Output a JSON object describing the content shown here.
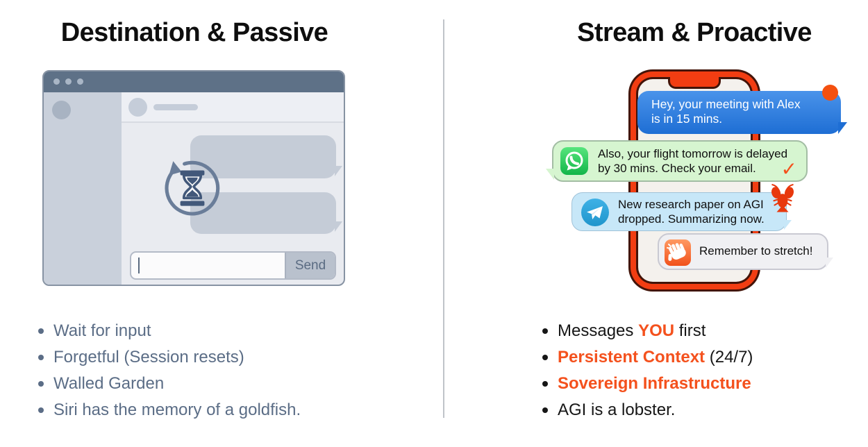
{
  "left": {
    "title": "Destination & Passive",
    "chat_window": {
      "send_button": "Send",
      "cursor": "|"
    },
    "bullets": [
      "Wait for input",
      "Forgetful (Session resets)",
      "Walled Garden",
      "Siri has the memory of a goldfish."
    ]
  },
  "right": {
    "title": "Stream & Proactive",
    "messages": {
      "imessage": {
        "line1": "Hey, your meeting with Alex",
        "line2": "is in 15 mins."
      },
      "whatsapp": {
        "line1": "Also, your flight tomorrow is delayed",
        "line2": "by 30 mins. Check your email."
      },
      "telegram": {
        "line1": "New research paper on AGI",
        "line2": "dropped. Summarizing now."
      },
      "reminder": {
        "line1": "Remember to stretch!"
      }
    },
    "checkmark": "✓",
    "bullets": [
      {
        "pre": "Messages ",
        "accent": "YOU",
        "post": " first"
      },
      {
        "pre": "",
        "accent": "Persistent Context",
        "post": " (24/7)"
      },
      {
        "pre": "",
        "accent": "Sovereign Infrastructure",
        "post": ""
      },
      {
        "pre": "AGI is a lobster.",
        "accent": "",
        "post": ""
      }
    ]
  },
  "icons": {
    "hourglass": "hourglass-refresh-icon",
    "whatsapp": "whatsapp-icon",
    "telegram": "telegram-icon",
    "wave": "waving-hand-icon",
    "lobster": "lobster-icon",
    "notification": "notification-dot"
  },
  "colors": {
    "accent_orange": "#f4511d",
    "phone_orange": "#f23d12",
    "imessage_blue": "#2e7ee2",
    "whatsapp_bubble": "#d6f5d0",
    "telegram_bubble": "#c7e7f8",
    "window_chrome": "#5e7187",
    "left_text": "#5b6d86"
  }
}
